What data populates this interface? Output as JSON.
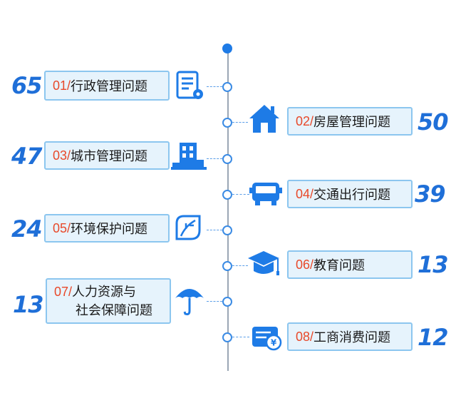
{
  "colors": {
    "accent": "#1e7be6",
    "number": "#e8492a",
    "box_fill": "#e6f3fc",
    "box_border": "#8cc6ef"
  },
  "items": [
    {
      "num": "01/",
      "text": "行政管理问题",
      "value": "65",
      "icon": "document-gear-icon"
    },
    {
      "num": "02/",
      "text": "房屋管理问题",
      "value": "50",
      "icon": "house-icon"
    },
    {
      "num": "03/",
      "text": "城市管理问题",
      "value": "47",
      "icon": "building-icon"
    },
    {
      "num": "04/",
      "text": "交通出行问题",
      "value": "39",
      "icon": "bus-icon"
    },
    {
      "num": "05/",
      "text": "环境保护问题",
      "value": "24",
      "icon": "leaf-icon"
    },
    {
      "num": "06/",
      "text": "教育问题",
      "value": "13",
      "icon": "graduation-cap-icon"
    },
    {
      "num": "07/",
      "text": "人力资源与",
      "text2": "社会保障问题",
      "value": "13",
      "icon": "umbrella-icon"
    },
    {
      "num": "08/",
      "text": "工商消费问题",
      "value": "12",
      "icon": "yen-card-icon"
    }
  ]
}
